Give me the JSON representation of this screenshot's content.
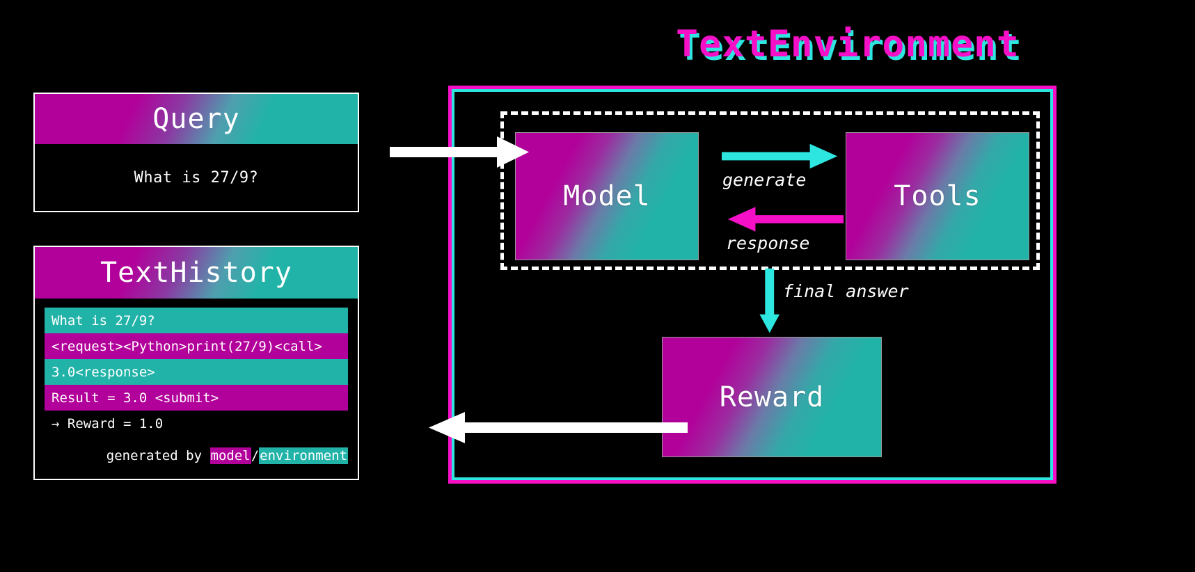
{
  "title": "TextEnvironment",
  "colors": {
    "background": "#000000",
    "magenta": "#f510c8",
    "cyan": "#2ee6e0",
    "block_magenta": "#b2009a",
    "block_teal": "#22b3a8",
    "white": "#ffffff"
  },
  "query": {
    "header": "Query",
    "text": "What is 27/9?"
  },
  "history": {
    "header": "TextHistory",
    "rows": [
      {
        "text": "What is 27/9?",
        "source": "environment"
      },
      {
        "text": "<request><Python>print(27/9)<call>",
        "source": "model"
      },
      {
        "text": "3.0<response>",
        "source": "environment"
      },
      {
        "text": "Result = 3.0 <submit>",
        "source": "model"
      },
      {
        "text": "→ Reward = 1.0",
        "source": "none"
      }
    ],
    "legend": {
      "prefix": "generated by ",
      "model_label": "model",
      "separator": "/",
      "environment_label": "environment"
    }
  },
  "environment": {
    "model_block": "Model",
    "tools_block": "Tools",
    "reward_block": "Reward",
    "arrows": {
      "generate": "generate",
      "response": "response",
      "final_answer": "final answer"
    }
  },
  "icons": {
    "query_in_arrow": "arrow-right-icon",
    "reward_out_arrow": "arrow-left-icon",
    "generate_arrow": "arrow-right-icon",
    "response_arrow": "arrow-left-icon",
    "final_answer_arrow": "arrow-down-icon"
  }
}
